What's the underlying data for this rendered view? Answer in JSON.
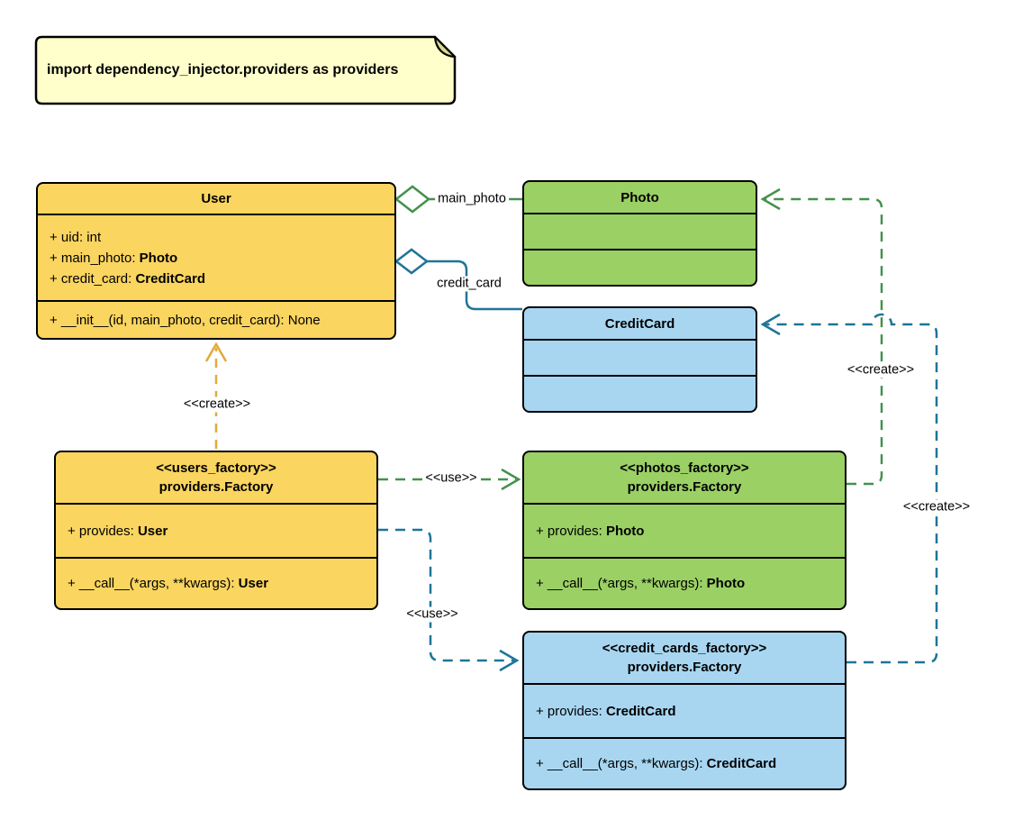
{
  "note": {
    "text": "import dependency_injector.providers as providers"
  },
  "classes": {
    "user": {
      "title": "User",
      "attributes": [
        {
          "text": "+ uid: int",
          "type": ""
        },
        {
          "text": "+ main_photo: ",
          "type": "Photo"
        },
        {
          "text": "+ credit_card: ",
          "type": "CreditCard"
        }
      ],
      "methods": [
        {
          "text": "+ __init__(id, main_photo, credit_card): None",
          "type": ""
        }
      ]
    },
    "photo": {
      "title": "Photo"
    },
    "credit_card": {
      "title": "CreditCard"
    },
    "users_factory": {
      "stereotype": "<<users_factory>>",
      "title": "providers.Factory",
      "attributes": [
        {
          "text": "+ provides: ",
          "type": "User"
        }
      ],
      "methods": [
        {
          "text": "+ __call__(*args, **kwargs): ",
          "type": "User"
        }
      ]
    },
    "photos_factory": {
      "stereotype": "<<photos_factory>>",
      "title": "providers.Factory",
      "attributes": [
        {
          "text": "+ provides: ",
          "type": "Photo"
        }
      ],
      "methods": [
        {
          "text": "+ __call__(*args, **kwargs): ",
          "type": "Photo"
        }
      ]
    },
    "credit_cards_factory": {
      "stereotype": "<<credit_cards_factory>>",
      "title": "providers.Factory",
      "attributes": [
        {
          "text": "+ provides: ",
          "type": "CreditCard"
        }
      ],
      "methods": [
        {
          "text": "+ __call__(*args, **kwargs): ",
          "type": "CreditCard"
        }
      ]
    }
  },
  "edges": {
    "main_photo": {
      "label": "main_photo"
    },
    "credit_card": {
      "label": "credit_card"
    },
    "create_user": {
      "label": "<<create>>"
    },
    "use_photos": {
      "label": "<<use>>"
    },
    "use_credit_cards": {
      "label": "<<use>>"
    },
    "create_photo": {
      "label": "<<create>>"
    },
    "create_credit_card": {
      "label": "<<create>>"
    }
  },
  "colors": {
    "yellow_fill": "#FAD55F",
    "green_fill": "#9BD065",
    "blue_fill": "#A8D6F1",
    "note_fill": "#FFFFCC",
    "gold_line": "#E2A93B",
    "green_line": "#44914C",
    "blue_line": "#1E7499",
    "border": "#000000"
  }
}
